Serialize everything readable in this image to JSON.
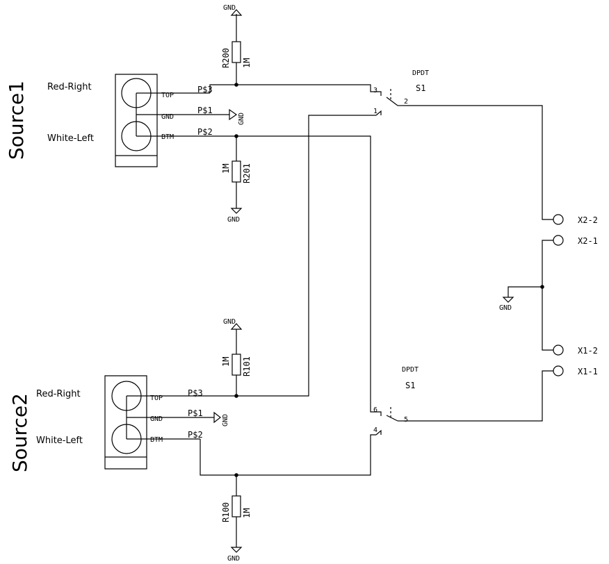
{
  "sources": [
    {
      "name": "Source1",
      "label_red": "Red-Right",
      "label_white": "White-Left",
      "pin_top": "TOP",
      "pin_gnd": "GND",
      "pin_btm": "BTM",
      "pad_top": "P$3",
      "pad_gnd": "P$1",
      "pad_btm": "P$2"
    },
    {
      "name": "Source2",
      "label_red": "Red-Right",
      "label_white": "White-Left",
      "pin_top": "TOP",
      "pin_gnd": "GND",
      "pin_btm": "BTM",
      "pad_top": "P$3",
      "pad_gnd": "P$1",
      "pad_btm": "P$2"
    }
  ],
  "resistors": [
    {
      "name": "R200",
      "value": "1M"
    },
    {
      "name": "R201",
      "value": "1M"
    },
    {
      "name": "R101",
      "value": "1M"
    },
    {
      "name": "R100",
      "value": "1M"
    }
  ],
  "switch": {
    "type": "DPDT",
    "name": "S1",
    "pins": {
      "p1": "1",
      "p2": "2",
      "p3": "3",
      "p4": "4",
      "p5": "5",
      "p6": "6"
    }
  },
  "connectors": [
    {
      "name": "X2-2"
    },
    {
      "name": "X2-1"
    },
    {
      "name": "X1-2"
    },
    {
      "name": "X1-1"
    }
  ],
  "gnd_label": "GND"
}
